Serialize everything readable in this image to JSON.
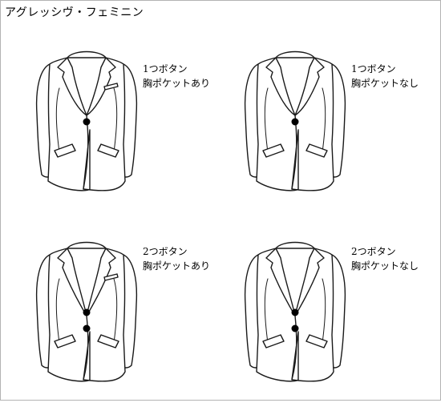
{
  "page": {
    "title": "アグレッシヴ・フェミニン"
  },
  "colors": {
    "stroke": "#1a1a1a",
    "fabric": "#ffffff",
    "button": "#000000",
    "frame": "#b3b3b3"
  },
  "variants": [
    {
      "buttons": 1,
      "chest_pocket": true,
      "line1": "1つボタン",
      "line2": "胸ポケットあり"
    },
    {
      "buttons": 1,
      "chest_pocket": false,
      "line1": "1つボタン",
      "line2": "胸ポケットなし"
    },
    {
      "buttons": 2,
      "chest_pocket": true,
      "line1": "2つボタン",
      "line2": "胸ポケットあり"
    },
    {
      "buttons": 2,
      "chest_pocket": false,
      "line1": "2つボタン",
      "line2": "胸ポケットなし"
    }
  ]
}
